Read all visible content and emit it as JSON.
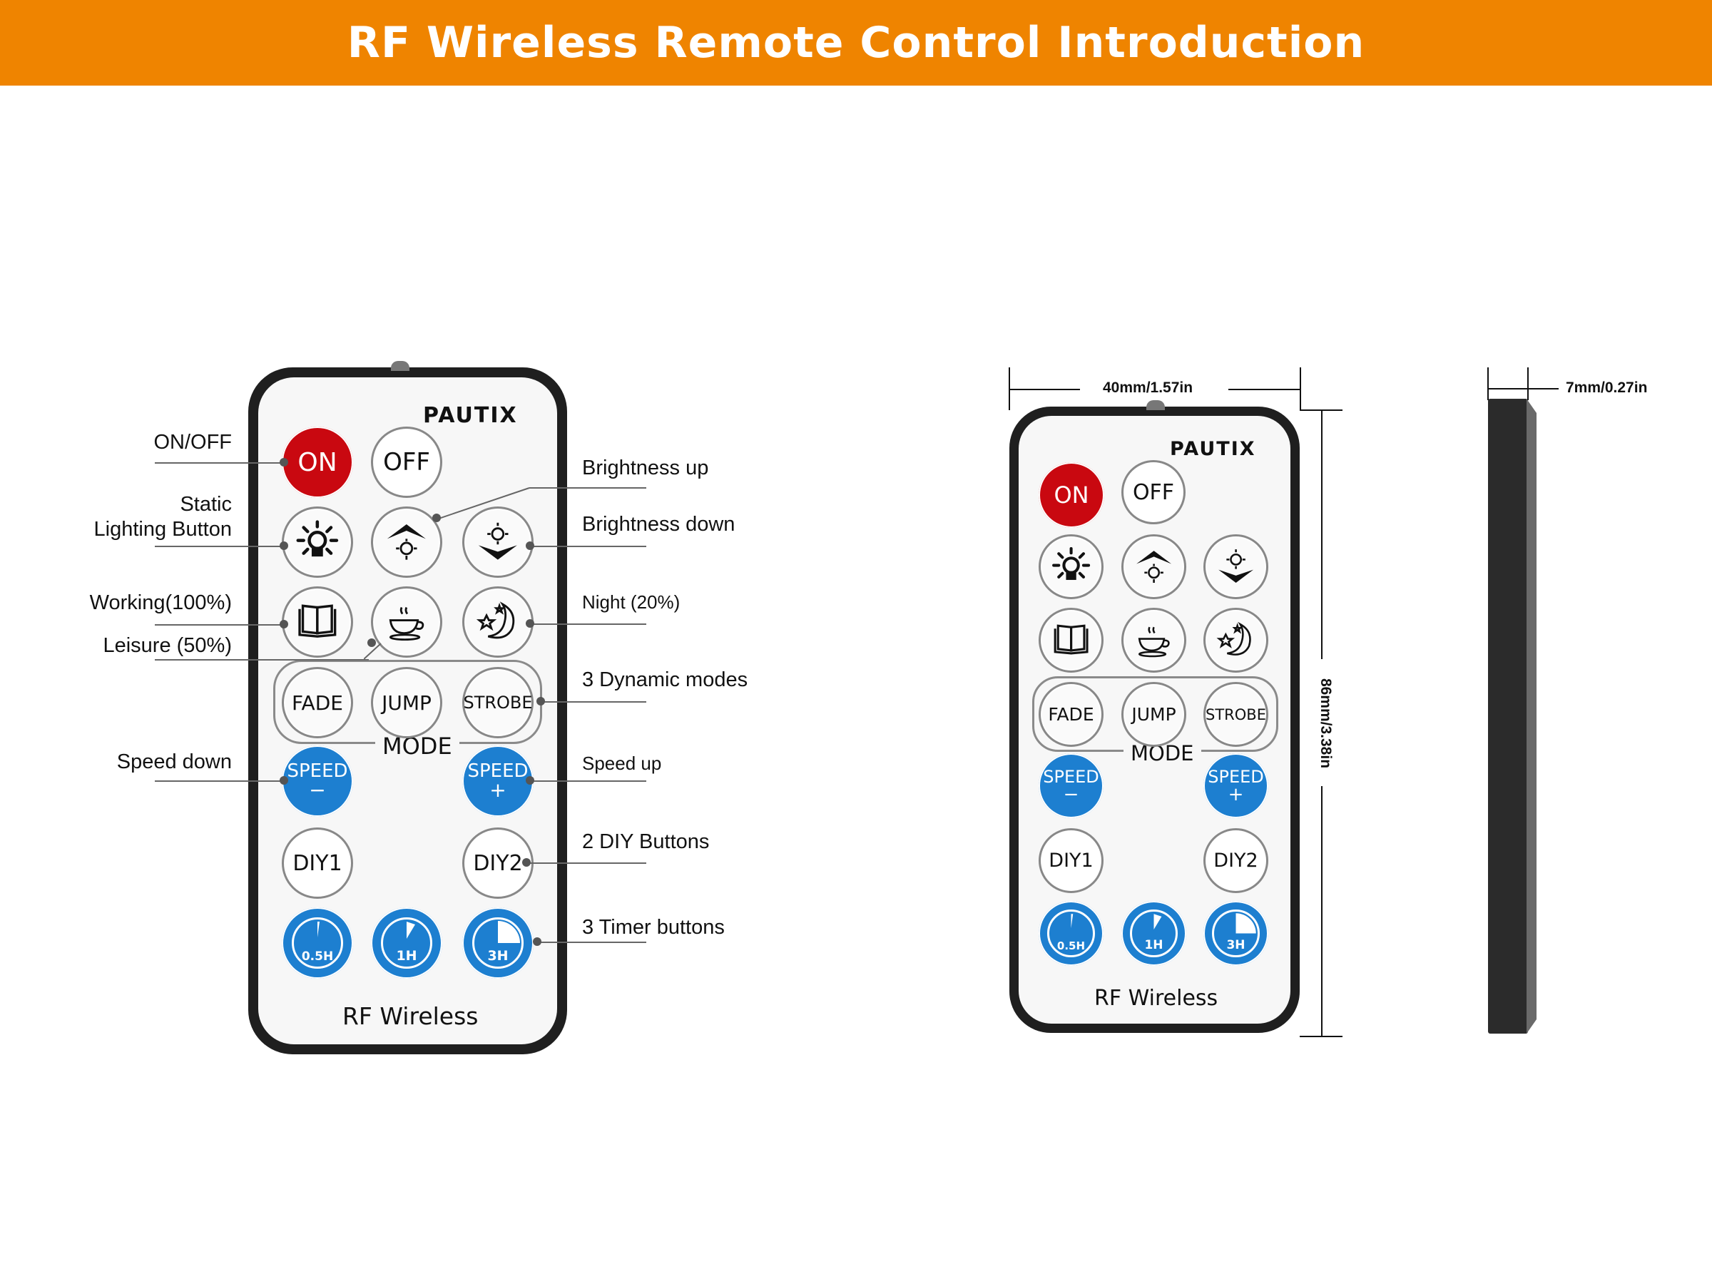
{
  "banner": {
    "title": "RF Wireless Remote Control Introduction",
    "color": "#ef8400"
  },
  "remote": {
    "brand": "PAUTIX",
    "buttons": {
      "on": "ON",
      "off": "OFF",
      "fade": "FADE",
      "jump": "JUMP",
      "strobe": "STROBE",
      "mode_label": "MODE",
      "speed": "SPEED",
      "speed_minus": "−",
      "speed_plus": "+",
      "diy1": "DIY1",
      "diy2": "DIY2",
      "timer_05": "0.5H",
      "timer_1": "1H",
      "timer_3": "3H"
    },
    "footer": "RF Wireless",
    "icons": [
      "bulb-icon",
      "brightness-up-icon",
      "brightness-down-icon",
      "book-icon",
      "coffee-cup-icon",
      "moon-stars-icon"
    ],
    "colors": {
      "on": "#c90810",
      "blue": "#1d7fd0",
      "case": "#1f1f1f"
    }
  },
  "callouts": {
    "left": {
      "on_off": "ON/OFF",
      "static_1": "Static",
      "static_2": "Lighting Button",
      "working": "Working(100%)",
      "leisure": "Leisure (50%)",
      "speed_down": "Speed down"
    },
    "right": {
      "brightness_up": "Brightness up",
      "brightness_down": "Brightness down",
      "night": "Night (20%)",
      "dynamic": "3 Dynamic modes",
      "speed_up": "Speed up",
      "diy": "2 DIY Buttons",
      "timer": "3 Timer buttons"
    }
  },
  "dimensions": {
    "width": "40mm/1.57in",
    "height": "86mm/3.38in",
    "thickness": "7mm/0.27in"
  }
}
